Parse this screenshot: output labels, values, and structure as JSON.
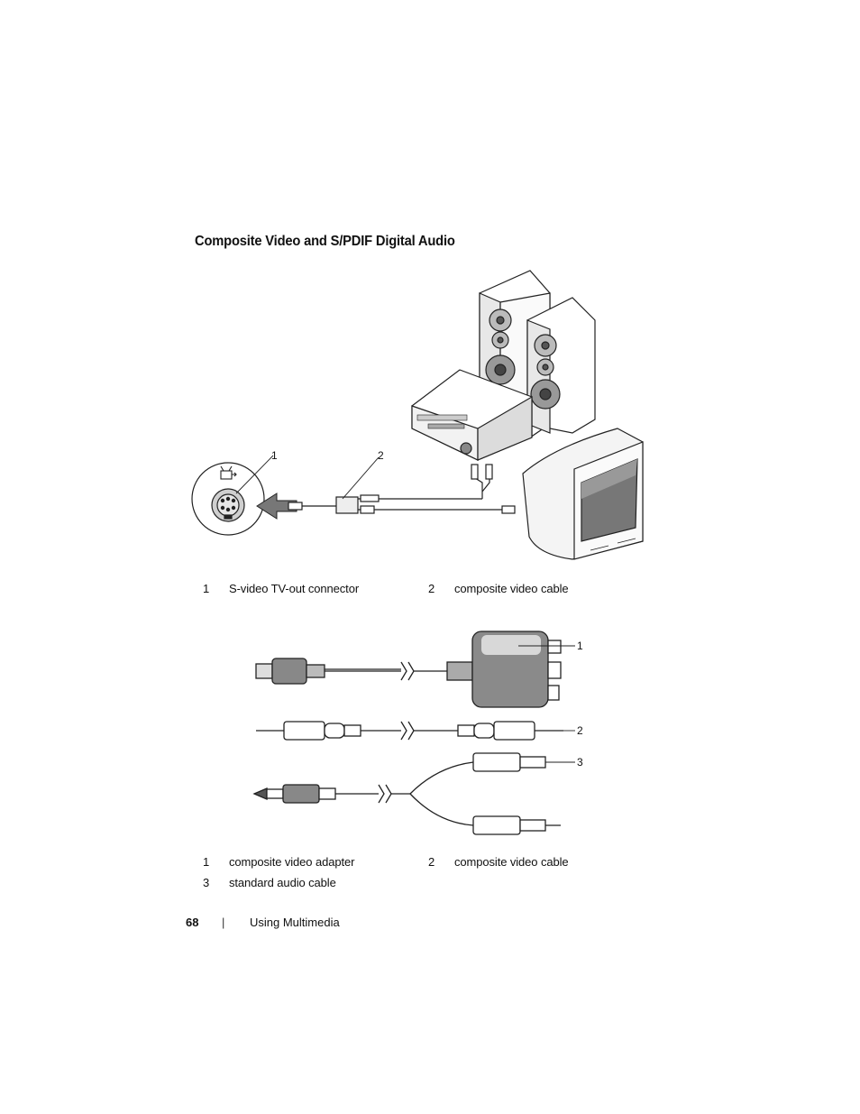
{
  "section_title": "Composite Video and S/PDIF Digital Audio",
  "figure1": {
    "callouts": [
      "1",
      "2"
    ],
    "legend": [
      {
        "num": "1",
        "text": "S-video TV-out connector"
      },
      {
        "num": "2",
        "text": "composite video cable"
      }
    ]
  },
  "figure2": {
    "callouts": [
      "1",
      "2",
      "3"
    ],
    "legend": [
      {
        "num": "1",
        "text": "composite video adapter"
      },
      {
        "num": "2",
        "text": "composite video cable"
      },
      {
        "num": "3",
        "text": "standard audio cable"
      }
    ]
  },
  "footer": {
    "page_number": "68",
    "separator": "|",
    "section": "Using Multimedia"
  },
  "icons": [
    "tv-out-icon"
  ]
}
